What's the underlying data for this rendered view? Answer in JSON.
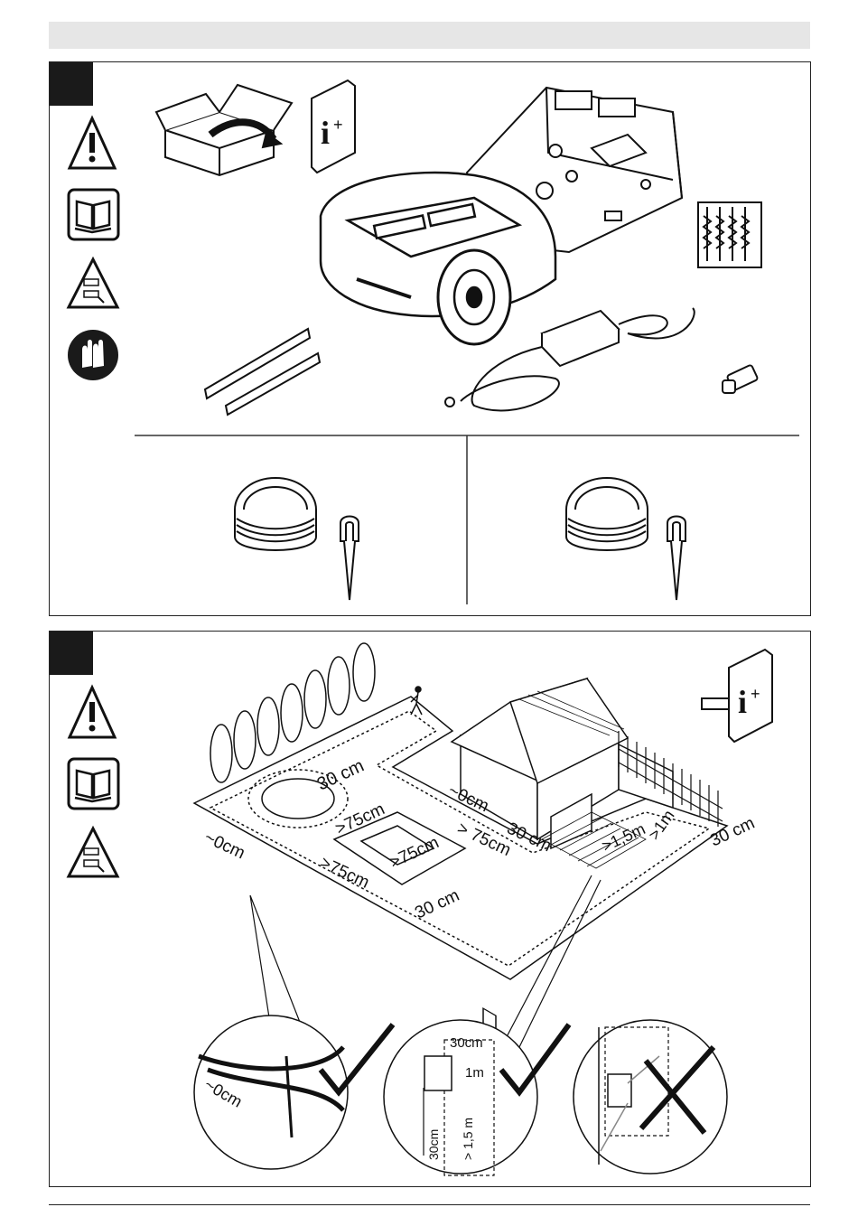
{
  "icons": [
    "warning-icon",
    "manual-icon",
    "hazard-triangle-icon",
    "gloves-icon",
    "info-book-icon",
    "arrow-right-icon",
    "checkmark-icon",
    "cross-icon"
  ],
  "dims": {
    "d30_top": "30 cm",
    "d75_a": ">75cm",
    "d0_side": "~0cm",
    "d0_mid": "~0cm",
    "d75_b": ">75cm",
    "d75_c": ">75cm",
    "d75_d": "> 75cm",
    "d30_house": "30 cm",
    "d15": ">1,5m",
    "d1": ">1m",
    "d30_right": "30 cm",
    "d30_bottom": "30 cm",
    "detail_0": "~0cm",
    "detail_30": "30cm",
    "detail_1": "1m",
    "detail_30v": "30cm",
    "detail_15": "> 1,5 m"
  }
}
